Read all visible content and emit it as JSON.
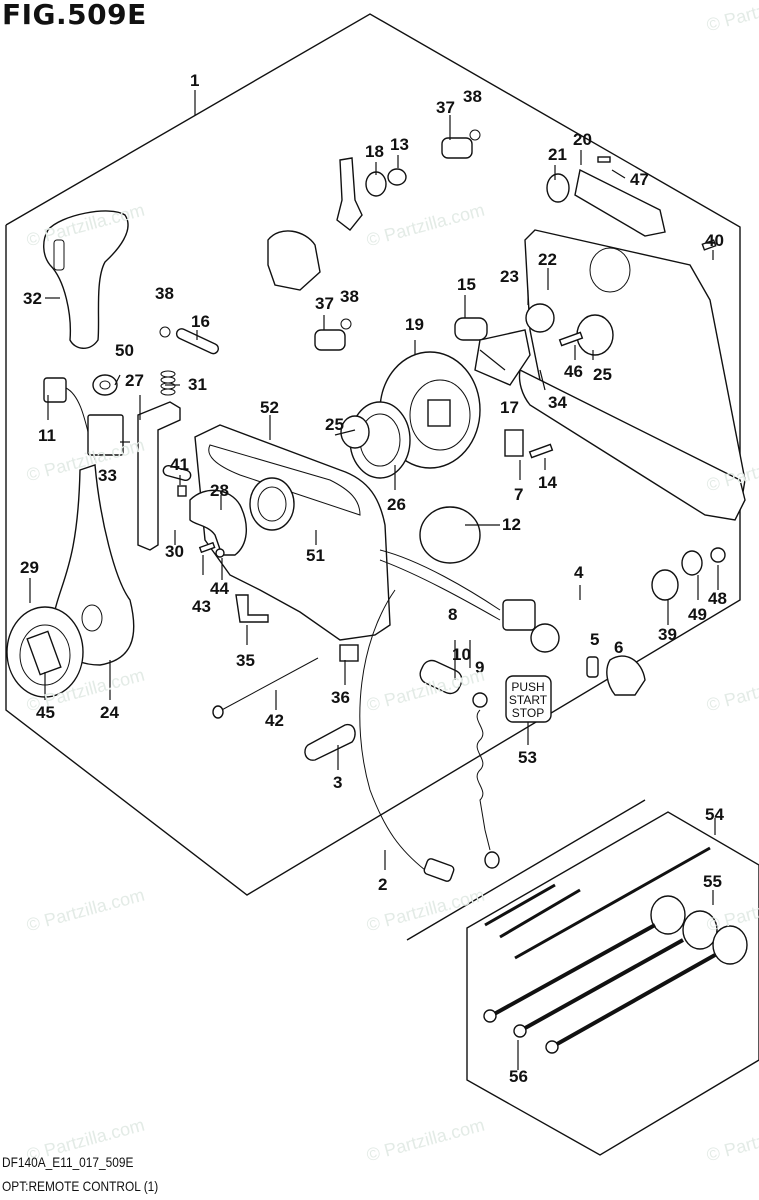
{
  "figure": {
    "title": "FIG.509E",
    "code": "DF140A_E11_017_509E",
    "caption": "OPT:REMOTE CONTROL (1)"
  },
  "watermark": "© Partzilla.com",
  "push_button_label": [
    "PUSH",
    "START",
    "STOP"
  ],
  "callouts": [
    "1",
    "2",
    "3",
    "4",
    "5",
    "6",
    "7",
    "8",
    "9",
    "10",
    "11",
    "12",
    "13",
    "14",
    "15",
    "16",
    "17",
    "18",
    "19",
    "20",
    "21",
    "22",
    "23",
    "24",
    "25",
    "25",
    "26",
    "27",
    "28",
    "29",
    "30",
    "31",
    "32",
    "33",
    "34",
    "35",
    "36",
    "37",
    "37",
    "38",
    "38",
    "38",
    "39",
    "40",
    "41",
    "42",
    "43",
    "44",
    "45",
    "46",
    "47",
    "48",
    "49",
    "50",
    "51",
    "52",
    "53",
    "54",
    "55",
    "56"
  ],
  "labels": {
    "c1": "1",
    "c2": "2",
    "c3": "3",
    "c4": "4",
    "c5": "5",
    "c6": "6",
    "c7": "7",
    "c8": "8",
    "c9": "9",
    "c10": "10",
    "c11": "11",
    "c12": "12",
    "c13": "13",
    "c14": "14",
    "c15": "15",
    "c16": "16",
    "c17": "17",
    "c18": "18",
    "c19": "19",
    "c20": "20",
    "c21": "21",
    "c22": "22",
    "c23": "23",
    "c24": "24",
    "c25a": "25",
    "c25b": "25",
    "c26": "26",
    "c27": "27",
    "c28": "28",
    "c29": "29",
    "c30": "30",
    "c31": "31",
    "c32": "32",
    "c33": "33",
    "c34": "34",
    "c35": "35",
    "c36": "36",
    "c37a": "37",
    "c37b": "37",
    "c38a": "38",
    "c38b": "38",
    "c38c": "38",
    "c39": "39",
    "c40": "40",
    "c41": "41",
    "c42": "42",
    "c43": "43",
    "c44": "44",
    "c45": "45",
    "c46": "46",
    "c47": "47",
    "c48": "48",
    "c49": "49",
    "c50": "50",
    "c51": "51",
    "c52": "52",
    "c53": "53",
    "c54": "54",
    "c55": "55",
    "c56": "56"
  }
}
